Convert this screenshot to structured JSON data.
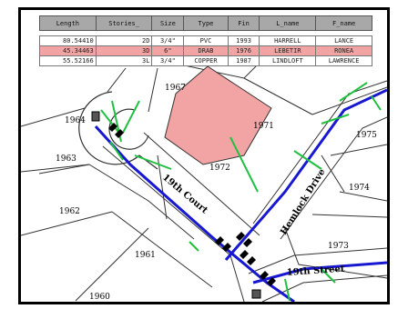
{
  "table": {
    "columns": [
      "Length",
      "Stories_",
      "Size",
      "Type",
      "Fin",
      "L_name",
      "F_name"
    ],
    "rows": [
      {
        "Length": "80.54410",
        "Stories_": "2D",
        "Size": "3/4\"",
        "Type": "PVC",
        "Fin": "1993",
        "L_name": "HARRELL",
        "F_name": "LANCE",
        "selected": false
      },
      {
        "Length": "45.34463",
        "Stories_": "3D",
        "Size": "6\"",
        "Type": "DRAB",
        "Fin": "1976",
        "L_name": "LEBETIR",
        "F_name": "RONEA",
        "selected": true
      },
      {
        "Length": "55.52166",
        "Stories_": "3L",
        "Size": "3/4\"",
        "Type": "COPPER",
        "Fin": "1987",
        "L_name": "LINDLOFT",
        "F_name": "LAWRENCE",
        "selected": false
      }
    ]
  },
  "map": {
    "parcels": [
      "1967",
      "1964",
      "1963",
      "1962",
      "1961",
      "1960",
      "1971",
      "1972",
      "1975",
      "1974",
      "1973"
    ],
    "streets": [
      "19th Court",
      "Hemlock Drive",
      "19th Street"
    ],
    "colors": {
      "road": "#1818d0",
      "service": "#20c040",
      "selected_parcel": "#f2a3a3"
    }
  }
}
